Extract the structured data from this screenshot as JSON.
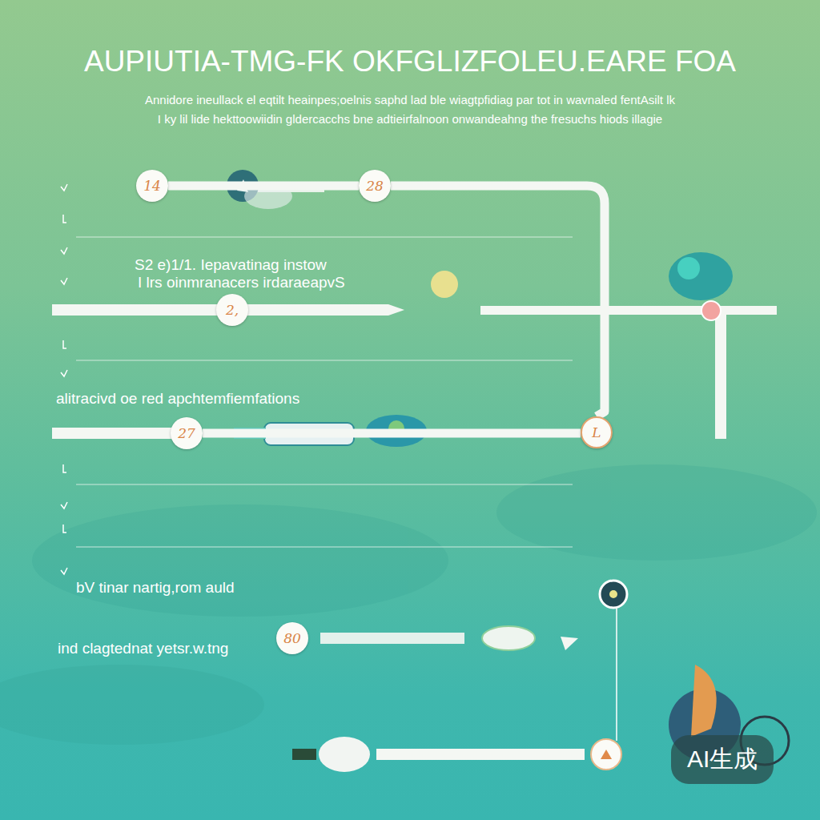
{
  "diagram": {
    "title": "AUPIUTIA-TMG-FK OKFGLIZFOLEU.EARE FOA",
    "nodes": [
      {
        "text": [
          "14"
        ]
      },
      {
        "text": [
          "28"
        ]
      },
      {
        "text": [
          "2,"
        ]
      },
      {
        "text": [
          "27"
        ]
      },
      {
        "text": [
          "L"
        ]
      },
      {
        "text": [
          "80"
        ]
      }
    ],
    "edges": [
      {
        "from": 0,
        "to": 1,
        "arrow": "none"
      },
      {
        "from": 1,
        "to": 4,
        "arrow": "none"
      },
      {
        "from": 3,
        "to": 4,
        "arrow": "none"
      }
    ],
    "labels": [
      "Annidore ineullack el eqtilt heainpes;oelnis saphd lad ble wiagtpfidiag par tot in wavnaled fentAsilt lk",
      "I ky lil lide hekttoowiidin gldercacchs bne adtieirfalnoon onwandeahng the fresuchs hiods illagie",
      "S2 e)1/1. Iepavatinag instow",
      "I lrs oinmranacers irdaraeapvS",
      "alitracivd oe red apchtemfiemfations",
      "bV tinar nartig,rom auld",
      "ind clagtednat yetsr.w.tng",
      "AI生成"
    ]
  }
}
